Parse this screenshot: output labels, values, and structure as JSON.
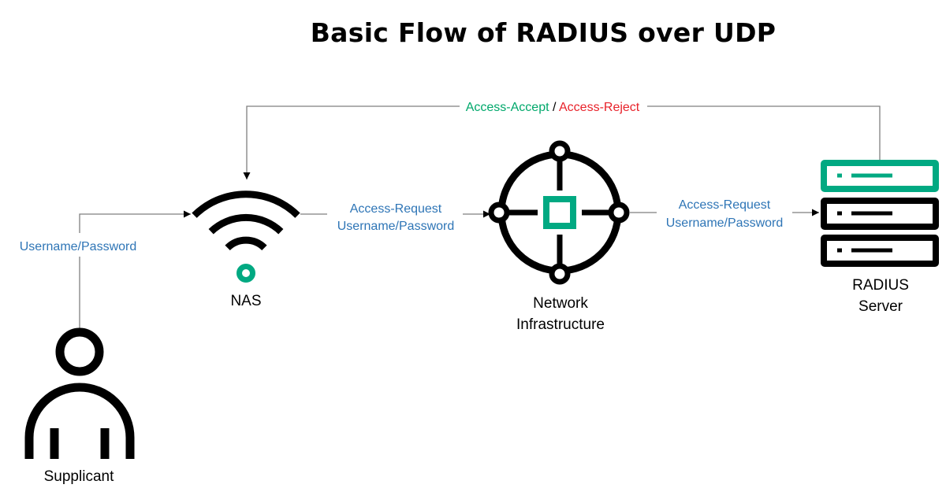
{
  "title": "Basic Flow of RADIUS over UDP",
  "nodes": {
    "supplicant": "Supplicant",
    "nas": "NAS",
    "network_line1": "Network",
    "network_line2": "Infrastructure",
    "radius_line1": "RADIUS",
    "radius_line2": "Server"
  },
  "edges": {
    "supplicant_to_nas": "Username/Password",
    "nas_to_network_line1": "Access-Request",
    "nas_to_network_line2": "Username/Password",
    "network_to_radius_line1": "Access-Request",
    "network_to_radius_line2": "Username/Password",
    "response_accept": "Access-Accept",
    "response_separator": " / ",
    "response_reject": "Access-Reject"
  },
  "colors": {
    "label_blue": "#2E75B6",
    "accept_green": "#00A86B",
    "reject_red": "#E8222A",
    "accent_teal": "#01A982",
    "line_gray": "#7F7F7F",
    "icon_black": "#000000"
  }
}
